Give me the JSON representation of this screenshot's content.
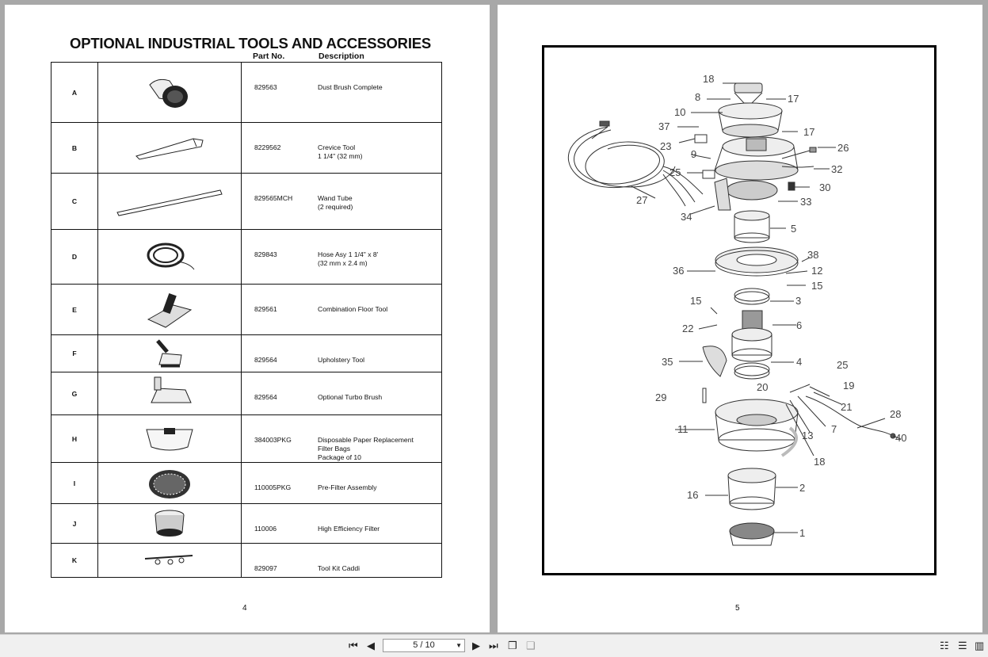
{
  "left_page": {
    "title": "OPTIONAL INDUSTRIAL TOOLS AND ACCESSORIES",
    "col_part_no": "Part No.",
    "col_description": "Description",
    "rows": [
      {
        "letter": "A",
        "part": "829563",
        "desc": [
          "Dust Brush Complete"
        ],
        "icon": "dust-brush-icon"
      },
      {
        "letter": "B",
        "part": "8229562",
        "desc": [
          "Crevice Tool",
          "1 1/4\" (32 mm)"
        ],
        "icon": "crevice-tool-icon"
      },
      {
        "letter": "C",
        "part": "829565MCH",
        "desc": [
          "Wand Tube",
          "(2 required)"
        ],
        "icon": "wand-tube-icon"
      },
      {
        "letter": "D",
        "part": "829843",
        "desc": [
          "Hose Asy 1 1/4\" x 8'",
          "(32 mm x 2.4 m)"
        ],
        "icon": "hose-icon"
      },
      {
        "letter": "E",
        "part": "829561",
        "desc": [
          "Combination Floor Tool"
        ],
        "icon": "floor-tool-icon"
      },
      {
        "letter": "F",
        "part": "829564",
        "desc": [
          "Upholstery Tool"
        ],
        "icon": "upholstery-tool-icon"
      },
      {
        "letter": "G",
        "part": "829564",
        "desc": [
          "Optional Turbo Brush"
        ],
        "icon": "turbo-brush-icon"
      },
      {
        "letter": "H",
        "part": "384003PKG",
        "desc": [
          "Disposable Paper Replacement",
          "Filter Bags",
          "Package of 10"
        ],
        "icon": "paper-bag-icon"
      },
      {
        "letter": "I",
        "part": "110005PKG",
        "desc": [
          "Pre-Filter Assembly"
        ],
        "icon": "pre-filter-icon"
      },
      {
        "letter": "J",
        "part": "110006",
        "desc": [
          "High Efficiency Filter"
        ],
        "icon": "hepa-filter-icon"
      },
      {
        "letter": "K",
        "part": "829097",
        "desc": [
          "Tool Kit Caddi"
        ],
        "icon": "tool-caddi-icon"
      }
    ],
    "page_number": "4"
  },
  "right_page": {
    "page_number": "5",
    "callouts": [
      "18",
      "8",
      "17",
      "10",
      "37",
      "17",
      "23",
      "9",
      "26",
      "25",
      "32",
      "30",
      "33",
      "27",
      "34",
      "5",
      "38",
      "36",
      "12",
      "15",
      "3",
      "15",
      "6",
      "22",
      "4",
      "35",
      "25",
      "19",
      "20",
      "21",
      "29",
      "28",
      "11",
      "7",
      "13",
      "40",
      "18",
      "2",
      "16",
      "1"
    ]
  },
  "toolbar": {
    "first_icon": "first-page-icon",
    "prev_icon": "prev-page-icon",
    "page_indicator": "5 / 10",
    "next_icon": "next-page-icon",
    "last_icon": "last-page-icon",
    "icons": [
      "fit-page-icon",
      "two-page-icon",
      "single-page-view-icon",
      "continuous-view-icon",
      "facing-view-icon"
    ]
  }
}
